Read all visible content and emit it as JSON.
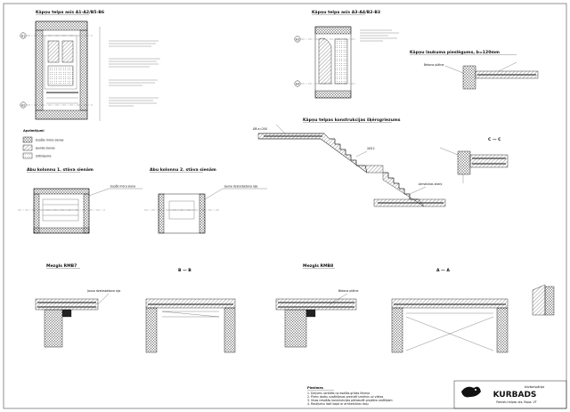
{
  "titles": {
    "section_a": "Kāpņu telpa asīs A1-A2/B5-B6",
    "section_b": "Kāpņu telpa asīs A3-A4/B2-B3",
    "stair_type": "Kāpņu telpas konstrukcijas šķērsgriezums",
    "stair_detail": "Kāpņu laukuma pieslēgums, b=120mm",
    "room1": "Abu kolonnu 1. stāva sienām",
    "room2": "Abu kolonnu 2. stāva sienām",
    "beam1": "Mezgls RMB7",
    "beam2": "Mezgls RMB8",
    "sec_bb": "B — B",
    "sec_aa": "A — A",
    "sec_cc": "C — C"
  },
  "axes": [
    "A1",
    "A2",
    "A3",
    "A4",
    "B2",
    "B3",
    "B5",
    "B6"
  ],
  "legend": {
    "title": "Apzīmējumi",
    "items": [
      "Esošās mūra sienas",
      "Jaunās sienas",
      "Siltinājums"
    ]
  },
  "notes": {
    "title": "Piezīmes",
    "lines": [
      "1. Dziļums uzrādīts no esošās grīdas līmeņa",
      "2. Pirms darbu uzsākšanas precizēt izmērus uz vietas",
      "3. Visas nesošās konstrukcijas pārbaudīt projekta vadītājam",
      "4. Rasējumu lasīt kopā ar arhitektūras daļu"
    ]
  },
  "company": {
    "name": "KURBADS",
    "tagline": "būvkompānija",
    "caption": "Pamatu telpas sks. Ropa. VT"
  },
  "leader_labels": [
    "Esošā mūra siena",
    "Jauna dzelzsbetona sija",
    "Armatūras stieņi",
    "Betona plātne",
    "Ø8 a=200",
    "2Ø12"
  ]
}
